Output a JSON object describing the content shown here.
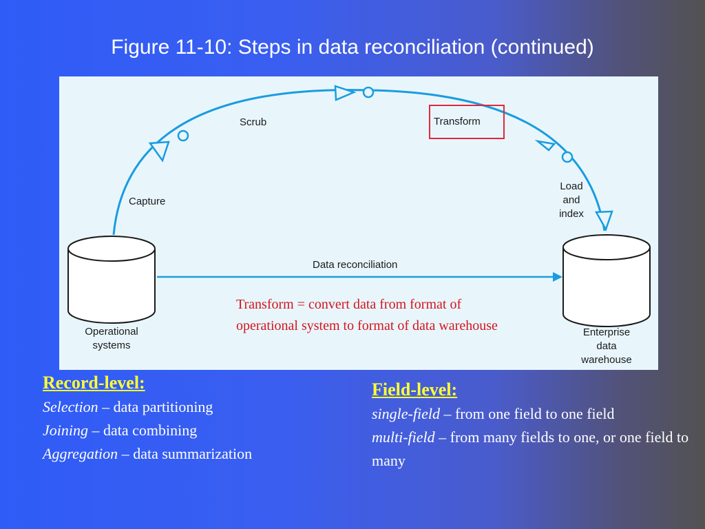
{
  "slide": {
    "title": "Figure 11-10: Steps in data reconciliation (continued)"
  },
  "diagram": {
    "steps": {
      "capture": "Capture",
      "scrub": "Scrub",
      "transform": "Transform",
      "load_line1": "Load",
      "load_line2": "and",
      "load_line3": "index"
    },
    "data_reconciliation": "Data reconciliation",
    "source": {
      "line1": "Operational",
      "line2": "systems"
    },
    "target": {
      "line1": "Enterprise",
      "line2": "data",
      "line3": "warehouse"
    },
    "note": "Transform = convert data from format of operational system to format of data warehouse",
    "colors": {
      "flow": "#1a9ce0",
      "highlight": "#e3263a",
      "note": "#d6141e"
    }
  },
  "record_level": {
    "heading": "Record-level:",
    "items": [
      {
        "term": "Selection",
        "desc": " – data partitioning"
      },
      {
        "term": "Joining",
        "desc": " – data combining"
      },
      {
        "term": "Aggregation",
        "desc": " – data summarization"
      }
    ]
  },
  "field_level": {
    "heading": "Field-level:",
    "items": [
      {
        "term": "single-field",
        "desc": " – from one field to one field"
      },
      {
        "term": "multi-field",
        "desc": " – from many fields to one, or one field to many"
      }
    ]
  }
}
